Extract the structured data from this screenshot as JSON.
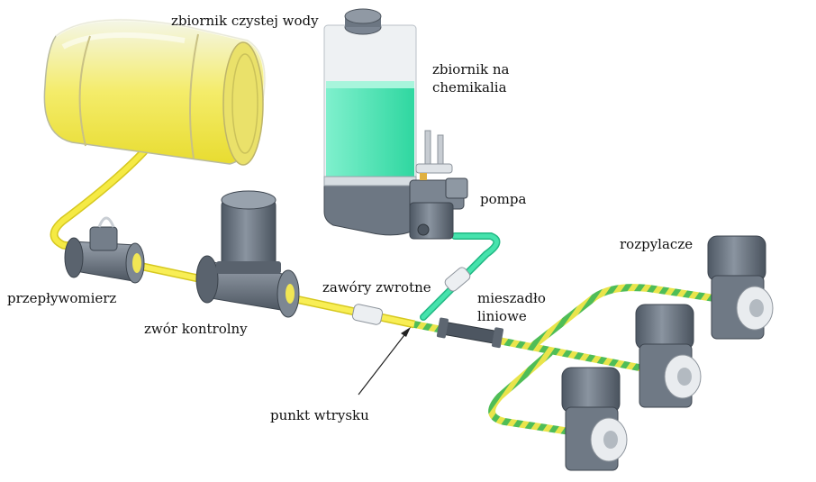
{
  "labels": {
    "clean_water_tank": "zbiornik czystej wody",
    "chemical_tank_line1": "zbiornik na",
    "chemical_tank_line2": "chemikalia",
    "pump": "pompa",
    "sprayers": "rozpylacze",
    "flowmeter": "przepływomierz",
    "control_valve": "zwór kontrolny",
    "check_valves": "zawóry zwrotne",
    "inline_mixer_line1": "mieszadło",
    "inline_mixer_line2": "liniowe",
    "injection_point": "punkt wtrysku"
  },
  "colors": {
    "water": "#f2e63a",
    "chemical": "#39e0a8",
    "mixed_a": "#e8e34a",
    "mixed_b": "#55c25a",
    "equipment": "#6e7885",
    "tank_glass": "#e9edf0"
  }
}
